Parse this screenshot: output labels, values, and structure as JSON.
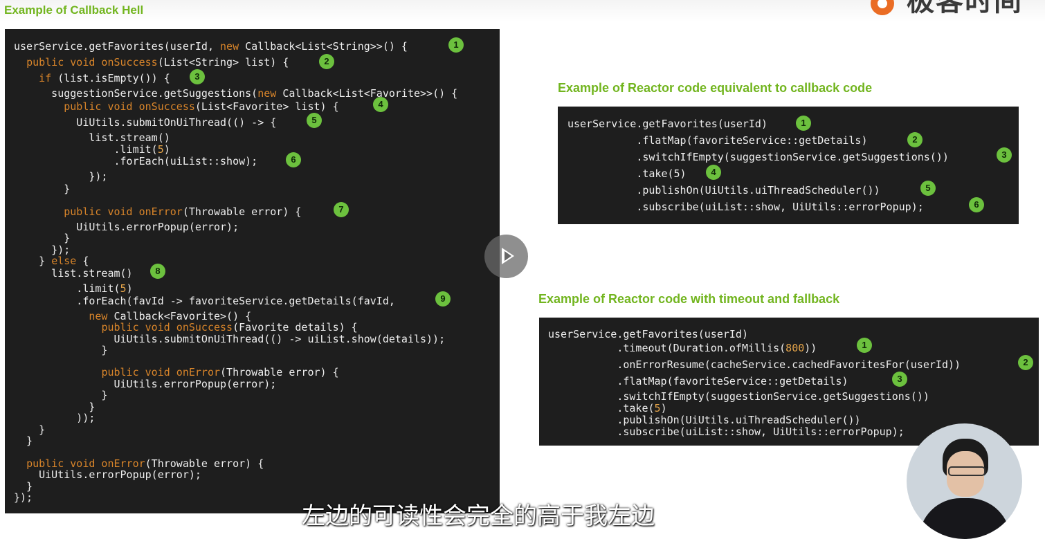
{
  "slide": {
    "title": "Example of Callback Hell",
    "logo_text": "极客时间"
  },
  "callback_panel": {
    "lines": [
      [
        "userService.getFavorites(userId, ",
        {
          "k": "new"
        },
        " Callback<List<String>>() {"
      ],
      [
        "  ",
        {
          "k": "public void onSuccess"
        },
        "(List<String> list) {"
      ],
      [
        "    ",
        {
          "k": "if"
        },
        " (list.isEmpty()) {"
      ],
      [
        "      suggestionService.getSuggestions(",
        {
          "k": "new"
        },
        " Callback<List<Favorite>>() {"
      ],
      [
        "        ",
        {
          "k": "public void onSuccess"
        },
        "(List<Favorite> list) {"
      ],
      [
        "          UiUtils.submitOnUiThread(() -> {"
      ],
      [
        "            list.stream()"
      ],
      [
        "                .limit(",
        {
          "n": "5"
        },
        ")"
      ],
      [
        "                .forEach(uiList::show);"
      ],
      [
        "            });"
      ],
      [
        "        }"
      ],
      [
        "        ",
        {
          "k": "public void onError"
        },
        "(Throwable error) {"
      ],
      [
        "          UiUtils.errorPopup(error);"
      ],
      [
        "        }"
      ],
      [
        "      });"
      ],
      [
        "    } ",
        {
          "k": "else"
        },
        " {"
      ],
      [
        "      list.stream()"
      ],
      [
        "          .limit(",
        {
          "n": "5"
        },
        ")"
      ],
      [
        "          .forEach(favId -> favoriteService.getDetails(favId,"
      ],
      [
        "            ",
        {
          "k": "new"
        },
        " Callback<Favorite>() {"
      ],
      [
        "              ",
        {
          "k": "public void onSuccess"
        },
        "(Favorite details) {"
      ],
      [
        "                UiUtils.submitOnUiThread(() -> uiList.show(details));"
      ],
      [
        "              }"
      ],
      [
        "              ",
        {
          "k": "public void onError"
        },
        "(Throwable error) {"
      ],
      [
        "                UiUtils.errorPopup(error);"
      ],
      [
        "              }"
      ],
      [
        "            }"
      ],
      [
        "          ));"
      ],
      [
        "    }"
      ],
      [
        "  }"
      ],
      [
        "  ",
        {
          "k": "public void onError"
        },
        "(Throwable error) {"
      ],
      [
        "    UiUtils.errorPopup(error);"
      ],
      [
        "  }"
      ],
      [
        "});"
      ]
    ],
    "badges": [
      "1",
      "2",
      "3",
      "4",
      "5",
      "6",
      "7",
      "8",
      "9"
    ]
  },
  "reactor_panel": {
    "title": "Example of Reactor code equivalent to callback code",
    "lines": [
      [
        "userService.getFavorites(userId)"
      ],
      [
        "           .flatMap(favoriteService::getDetails)"
      ],
      [
        "           .switchIfEmpty(suggestionService.getSuggestions())"
      ],
      [
        "           .take(5)"
      ],
      [
        "           .publishOn(UiUtils.uiThreadScheduler())"
      ],
      [
        "           .subscribe(uiList::show, UiUtils::errorPopup);"
      ]
    ],
    "badges": [
      "1",
      "2",
      "3",
      "4",
      "5",
      "6"
    ]
  },
  "timeout_panel": {
    "title": "Example of Reactor code with timeout and fallback",
    "lines": [
      [
        "userService.getFavorites(userId)"
      ],
      [
        "           .timeout(Duration.ofMillis(",
        {
          "n": "800"
        },
        "))"
      ],
      [
        "           .onErrorResume(cacheService.cachedFavoritesFor(userId))"
      ],
      [
        "           .flatMap(favoriteService::getDetails)"
      ],
      [
        "           .switchIfEmpty(suggestionService.getSuggestions())"
      ],
      [
        "           .take(",
        {
          "n": "5"
        },
        ")"
      ],
      [
        "           .publishOn(UiUtils.uiThreadScheduler())"
      ],
      [
        "           .subscribe(uiList::show, UiUtils::errorPopup);"
      ]
    ],
    "badges": [
      "1",
      "2",
      "3"
    ]
  },
  "subtitle": "左边的可读性会完全的高于我左边"
}
